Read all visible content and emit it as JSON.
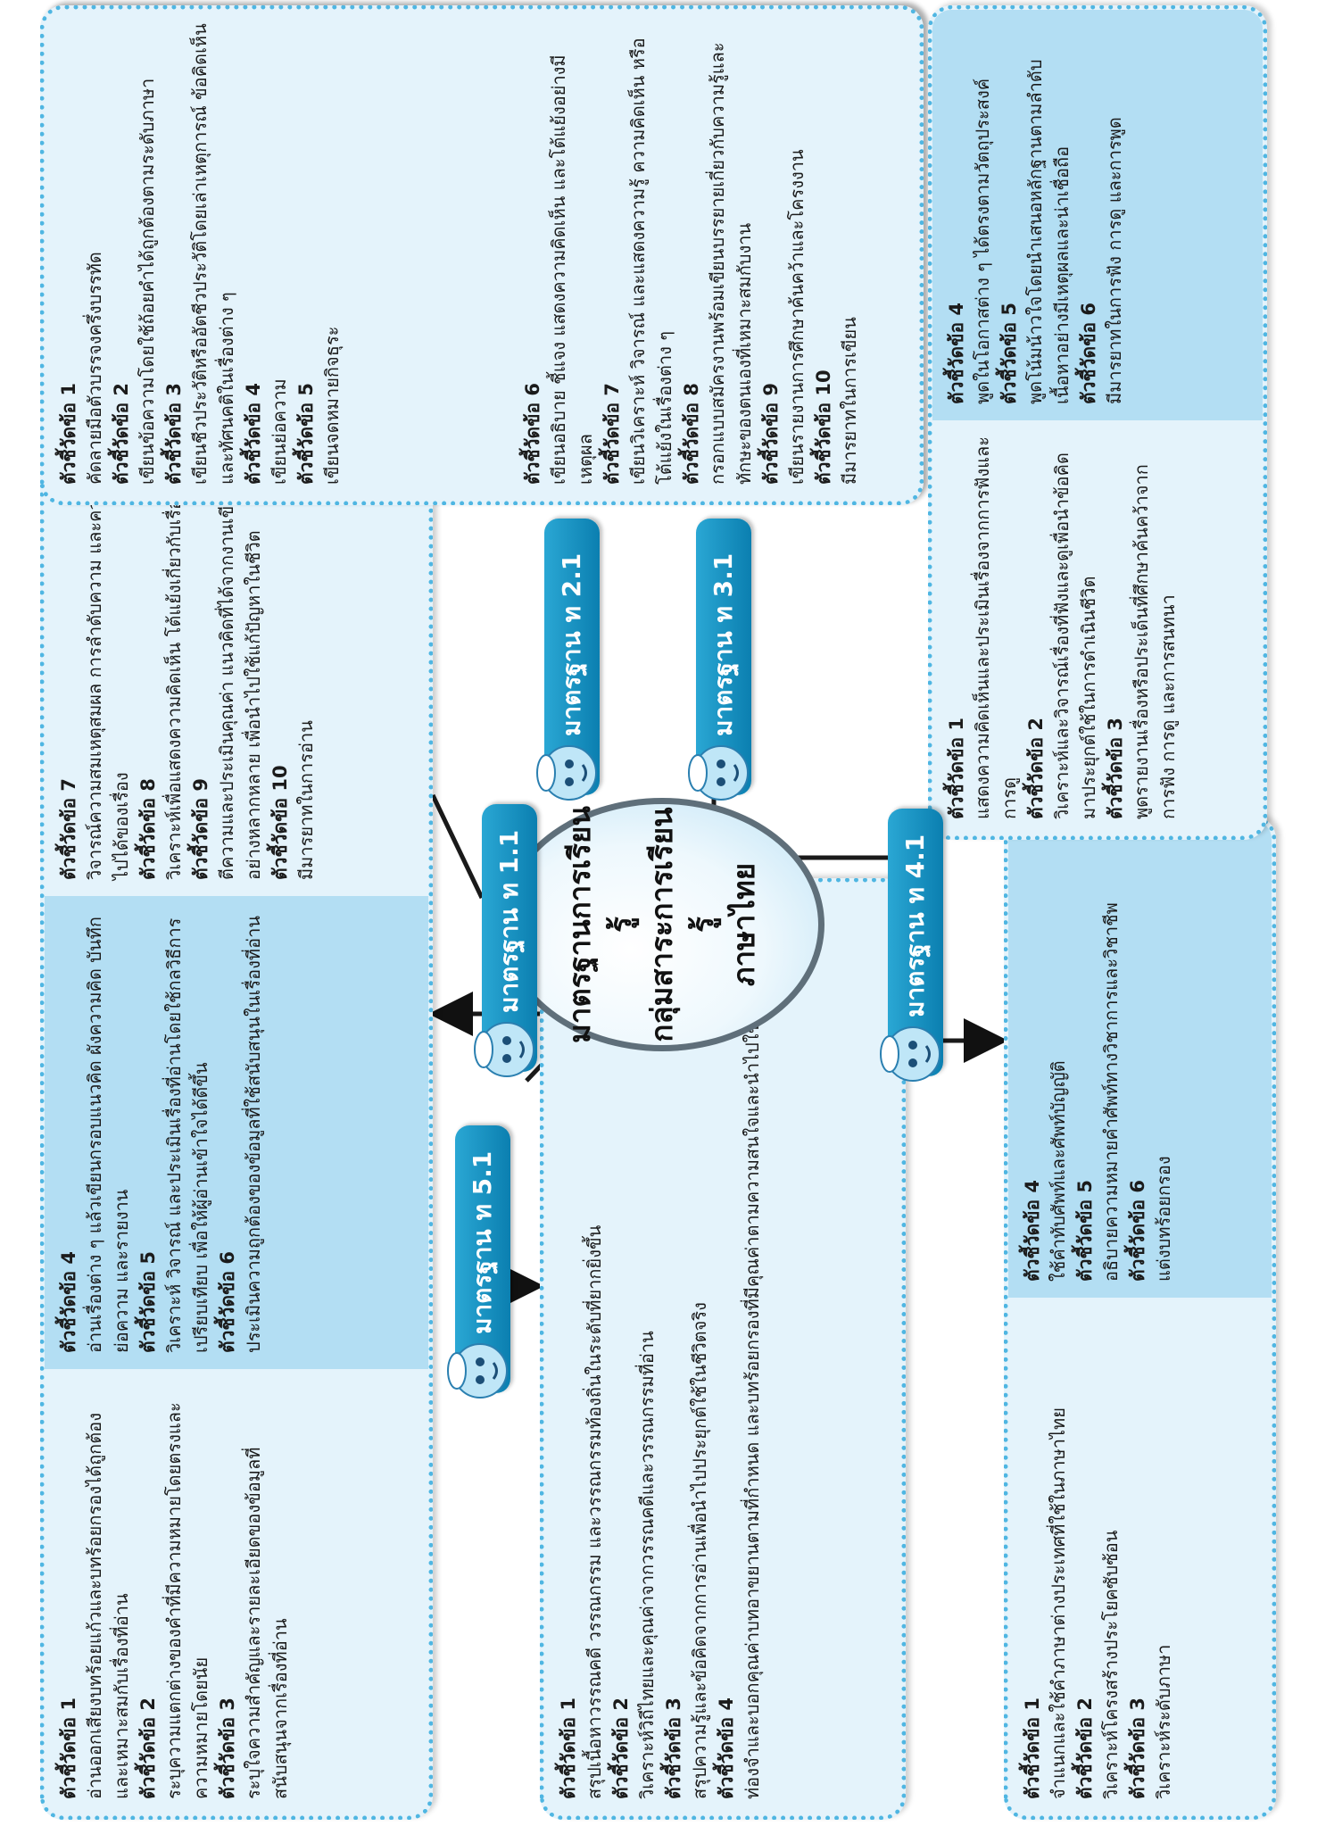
{
  "center": {
    "line1": "มาตรฐานการเรียนรู้",
    "line2": "กลุ่มสาระการเรียนรู้",
    "line3": "ภาษาไทย"
  },
  "standards": {
    "s11": "มาตรฐาน ท 1.1",
    "s21": "มาตรฐาน ท 2.1",
    "s31": "มาตรฐาน ท 3.1",
    "s41": "มาตรฐาน ท 4.1",
    "s51": "มาตรฐาน ท 5.1"
  },
  "panel_11": {
    "col1": [
      {
        "label": "ตัวชี้วัดข้อ 1",
        "text": "อ่านออกเสียงบทร้อยแก้วและบทร้อยกรองได้ถูกต้องและเหมาะสมกับเรื่องที่อ่าน"
      },
      {
        "label": "ตัวชี้วัดข้อ 2",
        "text": "ระบุความแตกต่างของคำที่มีความหมายโดยตรงและความหมายโดยนัย"
      },
      {
        "label": "ตัวชี้วัดข้อ 3",
        "text": "ระบุใจความสำคัญและรายละเอียดของข้อมูลที่สนับสนุนจากเรื่องที่อ่าน"
      }
    ],
    "col2": [
      {
        "label": "ตัวชี้วัดข้อ 4",
        "text": "อ่านเรื่องต่าง ๆ แล้วเขียนกรอบแนวคิด ผังความคิด บันทึก ย่อความ และรายงาน"
      },
      {
        "label": "ตัวชี้วัดข้อ 5",
        "text": "วิเคราะห์ วิจารณ์ และประเมินเรื่องที่อ่านโดยใช้กลวิธีการเปรียบเทียบ เพื่อให้ผู้อ่านเข้าใจได้ดีขึ้น"
      },
      {
        "label": "ตัวชี้วัดข้อ 6",
        "text": "ประเมินความถูกต้องของข้อมูลที่ใช้สนับสนุนในเรื่องที่อ่าน"
      }
    ],
    "col3": [
      {
        "label": "ตัวชี้วัดข้อ 7",
        "text": "วิจารณ์ความสมเหตุสมผล การลำดับความ และความเป็นไปได้ของเรื่อง"
      },
      {
        "label": "ตัวชี้วัดข้อ 8",
        "text": "วิเคราะห์เพื่อแสดงความคิดเห็น โต้แย้งเกี่ยวกับเรื่องที่อ่าน"
      },
      {
        "label": "ตัวชี้วัดข้อ 9",
        "text": "ตีความและประเมินคุณค่า แนวคิดที่ได้จากงานเขียนอย่างหลากหลาย เพื่อนำไปใช้แก้ปัญหาในชีวิต"
      },
      {
        "label": "ตัวชี้วัดข้อ 10",
        "text": "มีมารยาทในการอ่าน"
      }
    ]
  },
  "panel_21": {
    "col1": [
      {
        "label": "ตัวชี้วัดข้อ 1",
        "text": "คัดลายมือตัวบรรจงครึ่งบรรทัด"
      },
      {
        "label": "ตัวชี้วัดข้อ 2",
        "text": "เขียนข้อความโดยใช้ถ้อยคำได้ถูกต้องตามระดับภาษา"
      },
      {
        "label": "ตัวชี้วัดข้อ 3",
        "text": "เขียนชีวประวัติหรืออัตชีวประวัติโดยเล่าเหตุการณ์ ข้อคิดเห็น และทัศนคติในเรื่องต่าง ๆ"
      },
      {
        "label": "ตัวชี้วัดข้อ 4",
        "text": "เขียนย่อความ"
      },
      {
        "label": "ตัวชี้วัดข้อ 5",
        "text": "เขียนจดหมายกิจธุระ"
      }
    ],
    "col2": [
      {
        "label": "ตัวชี้วัดข้อ 6",
        "text": "เขียนอธิบาย ชี้แจง แสดงความคิดเห็น และโต้แย้งอย่างมีเหตุผล"
      },
      {
        "label": "ตัวชี้วัดข้อ 7",
        "text": "เขียนวิเคราะห์ วิจารณ์ และแสดงความรู้ ความคิดเห็น หรือโต้แย้งในเรื่องต่าง ๆ"
      },
      {
        "label": "ตัวชี้วัดข้อ 8",
        "text": "กรอกแบบสมัครงานพร้อมเขียนบรรยายเกี่ยวกับความรู้และทักษะของตนเองที่เหมาะสมกับงาน"
      },
      {
        "label": "ตัวชี้วัดข้อ 9",
        "text": "เขียนรายงานการศึกษาค้นคว้าและโครงงาน"
      },
      {
        "label": "ตัวชี้วัดข้อ 10",
        "text": "มีมารยาทในการเขียน"
      }
    ]
  },
  "panel_31": {
    "col1": [
      {
        "label": "ตัวชี้วัดข้อ 1",
        "text": "แสดงความคิดเห็นและประเมินเรื่องจากการฟังและการดู"
      },
      {
        "label": "ตัวชี้วัดข้อ 2",
        "text": "วิเคราะห์และวิจารณ์เรื่องที่ฟังและดูเพื่อนำข้อคิดมาประยุกต์ใช้ในการดำเนินชีวิต"
      },
      {
        "label": "ตัวชี้วัดข้อ 3",
        "text": "พูดรายงานเรื่องหรือประเด็นที่ศึกษาค้นคว้าจากการฟัง การดู และการสนทนา"
      }
    ],
    "col2": [
      {
        "label": "ตัวชี้วัดข้อ 4",
        "text": "พูดในโอกาสต่าง ๆ ได้ตรงตามวัตถุประสงค์"
      },
      {
        "label": "ตัวชี้วัดข้อ 5",
        "text": "พูดโน้มน้าวใจโดยนำเสนอหลักฐานตามลำดับเนื้อหาอย่างมีเหตุผลและน่าเชื่อถือ"
      },
      {
        "label": "ตัวชี้วัดข้อ 6",
        "text": "มีมารยาทในการฟัง การดู และการพูด"
      }
    ]
  },
  "panel_41": {
    "col1": [
      {
        "label": "ตัวชี้วัดข้อ 1",
        "text": "จำแนกและใช้คำภาษาต่างประเทศที่ใช้ในภาษาไทย"
      },
      {
        "label": "ตัวชี้วัดข้อ 2",
        "text": "วิเคราะห์โครงสร้างประโยคซับซ้อน"
      },
      {
        "label": "ตัวชี้วัดข้อ 3",
        "text": "วิเคราะห์ระดับภาษา"
      }
    ],
    "col2": [
      {
        "label": "ตัวชี้วัดข้อ 4",
        "text": "ใช้คำทับศัพท์และศัพท์บัญญัติ"
      },
      {
        "label": "ตัวชี้วัดข้อ 5",
        "text": "อธิบายความหมายคำศัพท์ทางวิชาการและวิชาชีพ"
      },
      {
        "label": "ตัวชี้วัดข้อ 6",
        "text": "แต่งบทร้อยกรอง"
      }
    ]
  },
  "panel_51": {
    "col1": [
      {
        "label": "ตัวชี้วัดข้อ 1",
        "text": "สรุปเนื้อหาวรรณคดี วรรณกรรม และวรรณกรรมท้องถิ่นในระดับที่ยากยิ่งขึ้น"
      },
      {
        "label": "ตัวชี้วัดข้อ 2",
        "text": "วิเคราะห์วิถีไทยและคุณค่าจากวรรณคดีและวรรณกรรมที่อ่าน"
      },
      {
        "label": "ตัวชี้วัดข้อ 3",
        "text": "สรุปความรู้และข้อคิดจากการอ่านเพื่อนำไปประยุกต์ใช้ในชีวิตจริง"
      },
      {
        "label": "ตัวชี้วัดข้อ 4",
        "text": "ท่องจำและบอกคุณค่าบทอาขยานตามที่กำหนด และบทร้อยกรองที่มีคุณค่าตามความสนใจและนำไปใช้อ้างอิง"
      }
    ]
  }
}
